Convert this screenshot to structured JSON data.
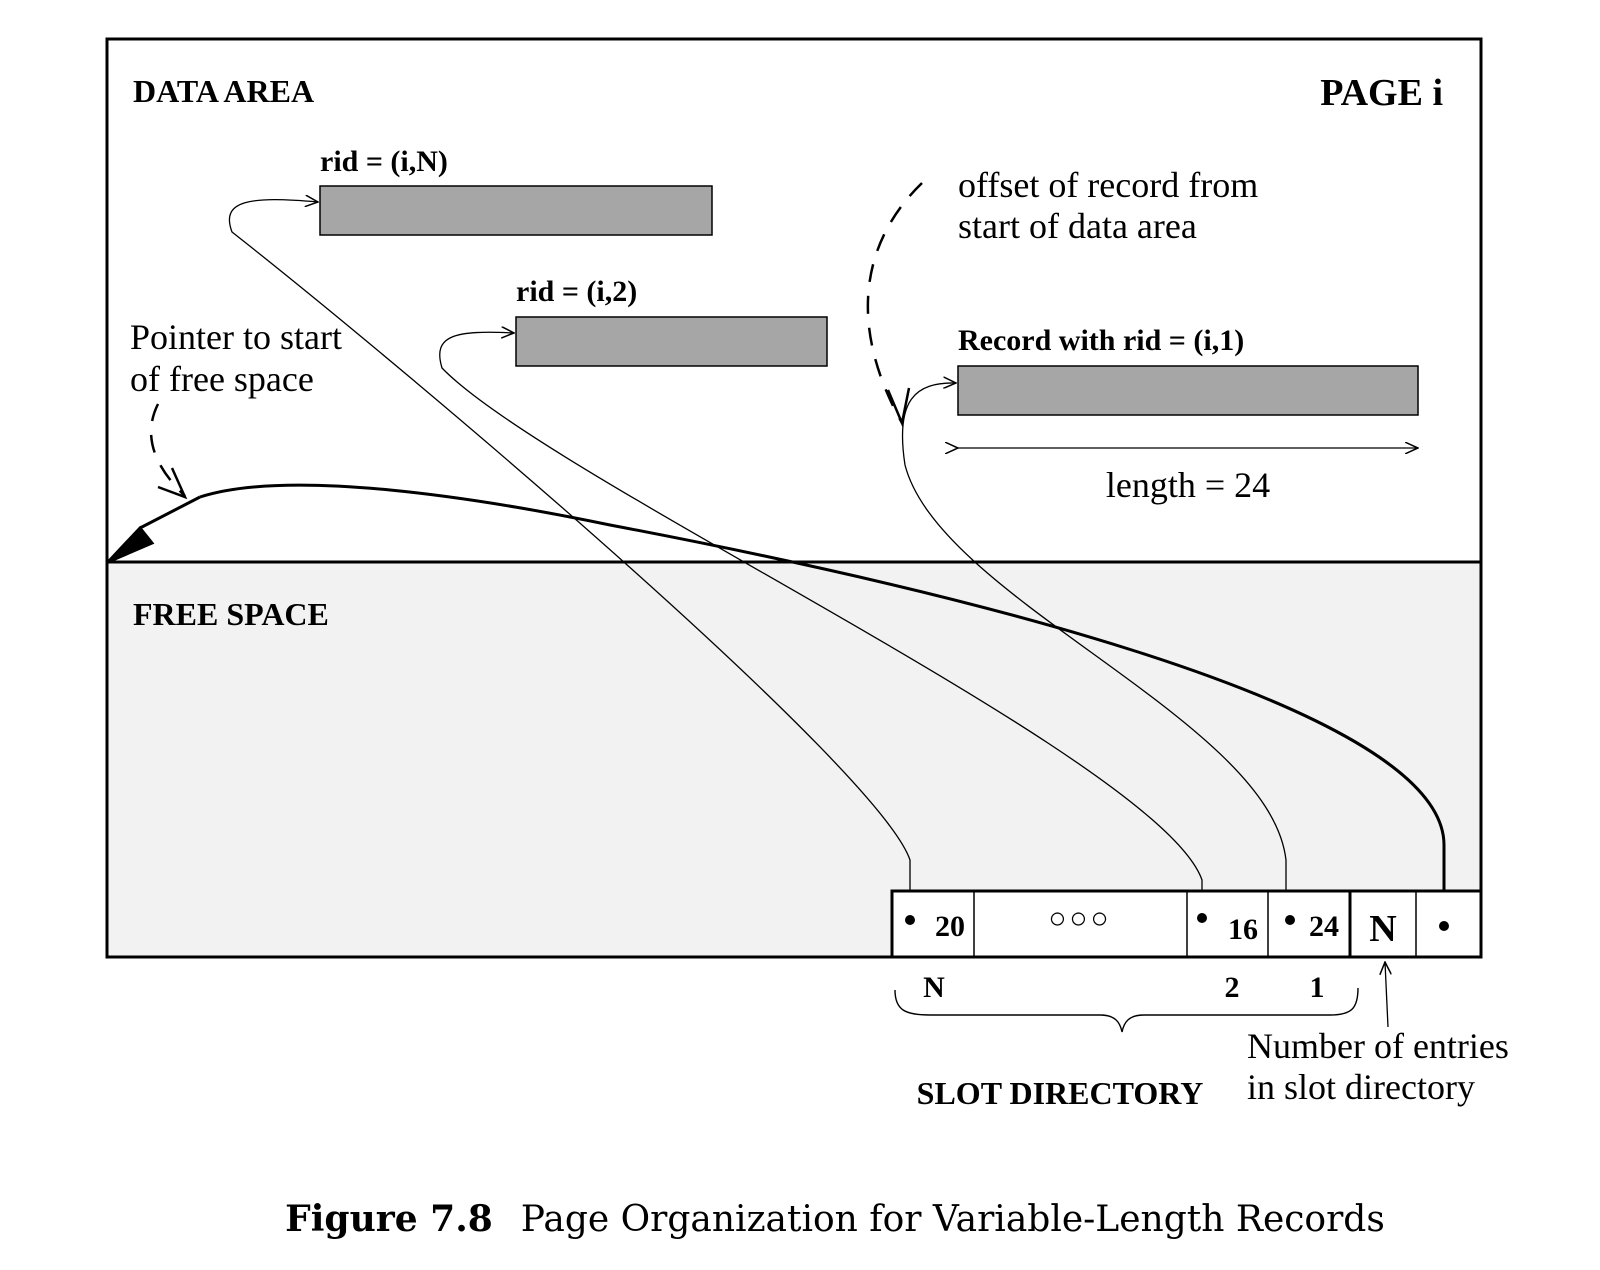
{
  "labels": {
    "data_area": "DATA AREA",
    "page": "PAGE  i",
    "free_space": "FREE SPACE",
    "pointer_line1": "Pointer to start",
    "pointer_line2": "of free space",
    "offset_line1": "offset of record from",
    "offset_line2": "start of data area",
    "length": "length = 24",
    "slot_directory": "SLOT DIRECTORY",
    "entries_line1": "Number of entries",
    "entries_line2": "in slot directory"
  },
  "records": [
    {
      "label": "rid = (i,N)"
    },
    {
      "label": "rid = (i,2)"
    },
    {
      "label": "Record with rid = (i,1)"
    }
  ],
  "slots": {
    "cells": [
      "20",
      "",
      "16",
      "24",
      "N",
      ""
    ],
    "ellipsis": "○○○",
    "index_labels": [
      "N",
      "2",
      "1"
    ]
  },
  "caption": {
    "number": "Figure 7.8",
    "text": "Page Organization for Variable-Length Records"
  },
  "colors": {
    "record_fill": "#a6a6a6",
    "free_space_fill": "#f2f2f2",
    "line": "#000000"
  }
}
